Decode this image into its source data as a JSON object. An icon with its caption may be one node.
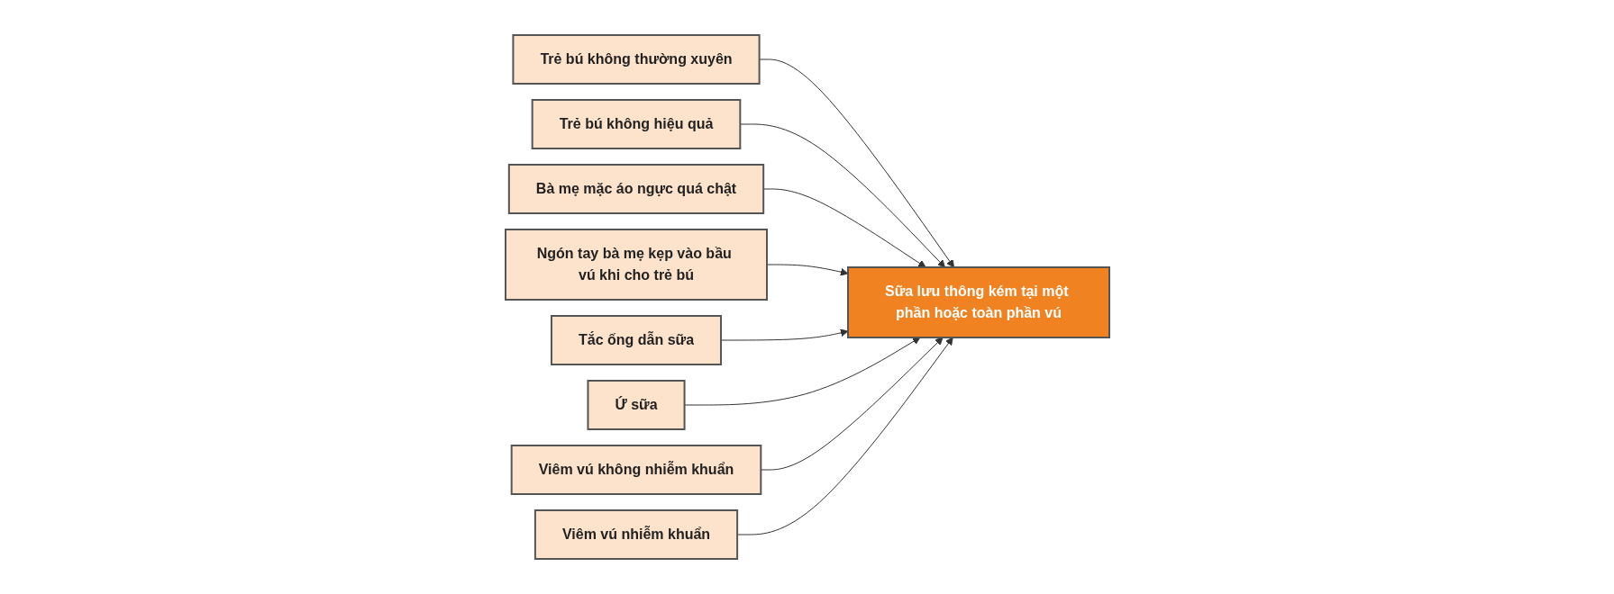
{
  "diagram": {
    "nodes": [
      {
        "text": [
          "Trẻ bú không thường xuyên"
        ]
      },
      {
        "text": [
          "Trẻ bú không hiệu quả"
        ]
      },
      {
        "text": [
          "Bà mẹ mặc áo ngực quá chật"
        ]
      },
      {
        "text": [
          "Ngón tay bà mẹ kẹp vào bầu vú khi cho trẻ bú"
        ]
      },
      {
        "text": [
          "Sữa lưu thông kém tại một phần hoặc toàn phần vú"
        ]
      },
      {
        "text": [
          "Tắc ống dẫn sữa"
        ]
      },
      {
        "text": [
          "Ứ sữa"
        ]
      },
      {
        "text": [
          "Viêm vú không nhiễm khuẩn"
        ]
      },
      {
        "text": [
          "Viêm vú nhiễm khuẩn"
        ]
      }
    ],
    "edges": [
      {
        "from": 0,
        "to": 4,
        "arrow": "to"
      },
      {
        "from": 1,
        "to": 4,
        "arrow": "to"
      },
      {
        "from": 2,
        "to": 4,
        "arrow": "to"
      },
      {
        "from": 3,
        "to": 4,
        "arrow": "to"
      },
      {
        "from": 5,
        "to": 4,
        "arrow": "to"
      },
      {
        "from": 6,
        "to": 4,
        "arrow": "to"
      },
      {
        "from": 7,
        "to": 4,
        "arrow": "to"
      },
      {
        "from": 8,
        "to": 4,
        "arrow": "to"
      }
    ]
  }
}
